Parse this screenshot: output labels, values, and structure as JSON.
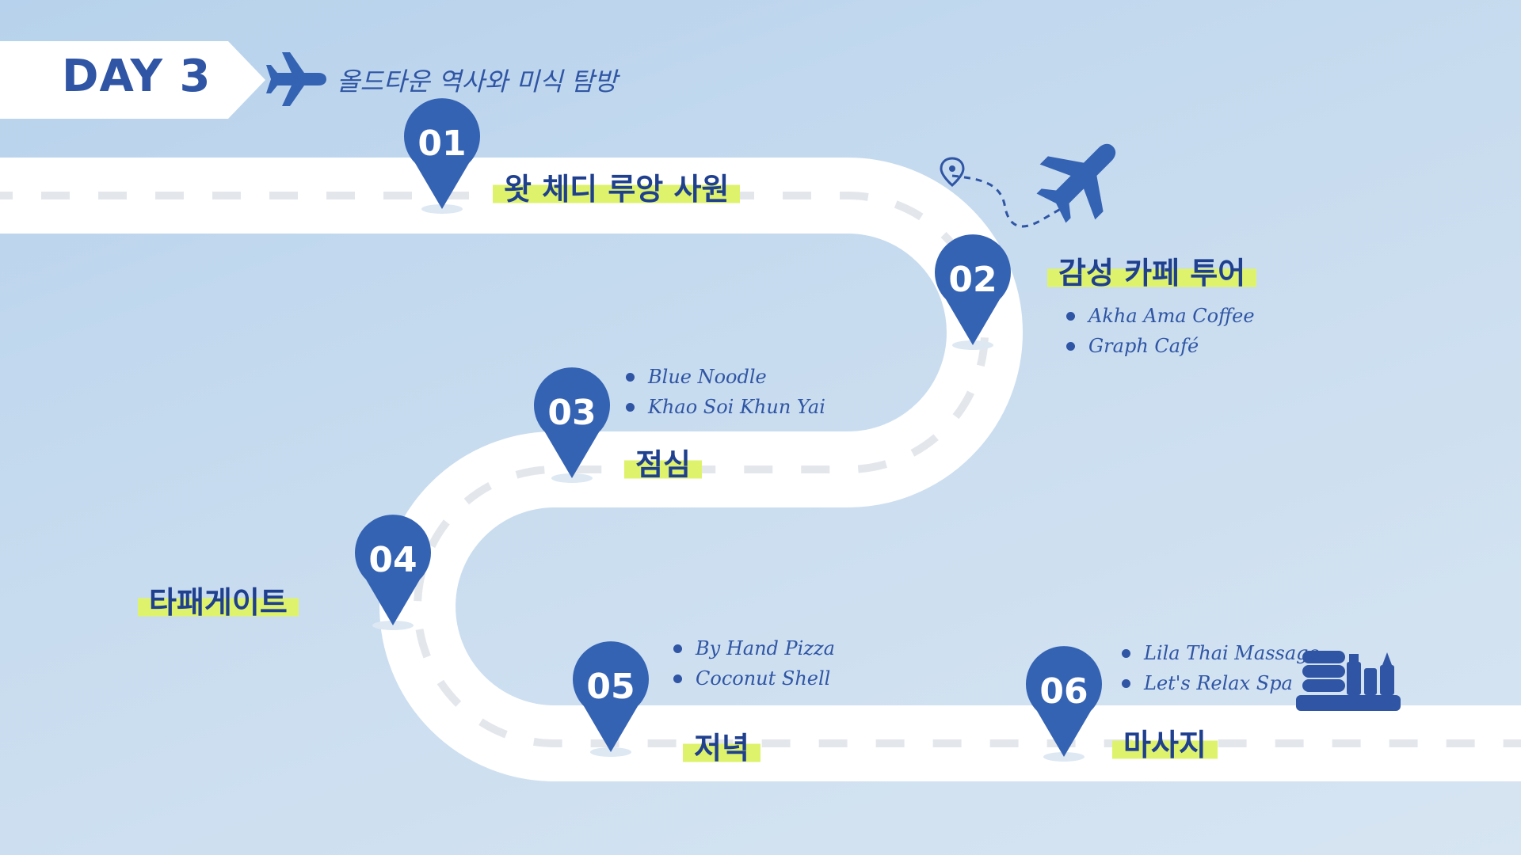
{
  "header": {
    "day_label": "DAY 3",
    "subtitle": "올드타운 역사와 미식 탐방"
  },
  "colors": {
    "primary": "#3563b3",
    "dark_blue": "#1f3f8f",
    "highlight": "#def36b",
    "road": "#ffffff",
    "road_dash": "#e3e7ec"
  },
  "icons": [
    "airplane-icon",
    "location-pin-icon",
    "spa-icon"
  ],
  "stops": [
    {
      "number": "01",
      "title": "왓 체디 루앙 사원",
      "items": []
    },
    {
      "number": "02",
      "title": "감성 카페 투어",
      "items": [
        "Akha Ama Coffee",
        "Graph Café"
      ]
    },
    {
      "number": "03",
      "title": "점심",
      "items": [
        "Blue Noodle",
        "Khao Soi Khun Yai"
      ]
    },
    {
      "number": "04",
      "title": "타패게이트",
      "items": []
    },
    {
      "number": "05",
      "title": "저녁",
      "items": [
        "By Hand Pizza",
        "Coconut Shell"
      ]
    },
    {
      "number": "06",
      "title": "마사지",
      "items": [
        "Lila Thai Massage",
        "Let's Relax Spa"
      ]
    }
  ]
}
